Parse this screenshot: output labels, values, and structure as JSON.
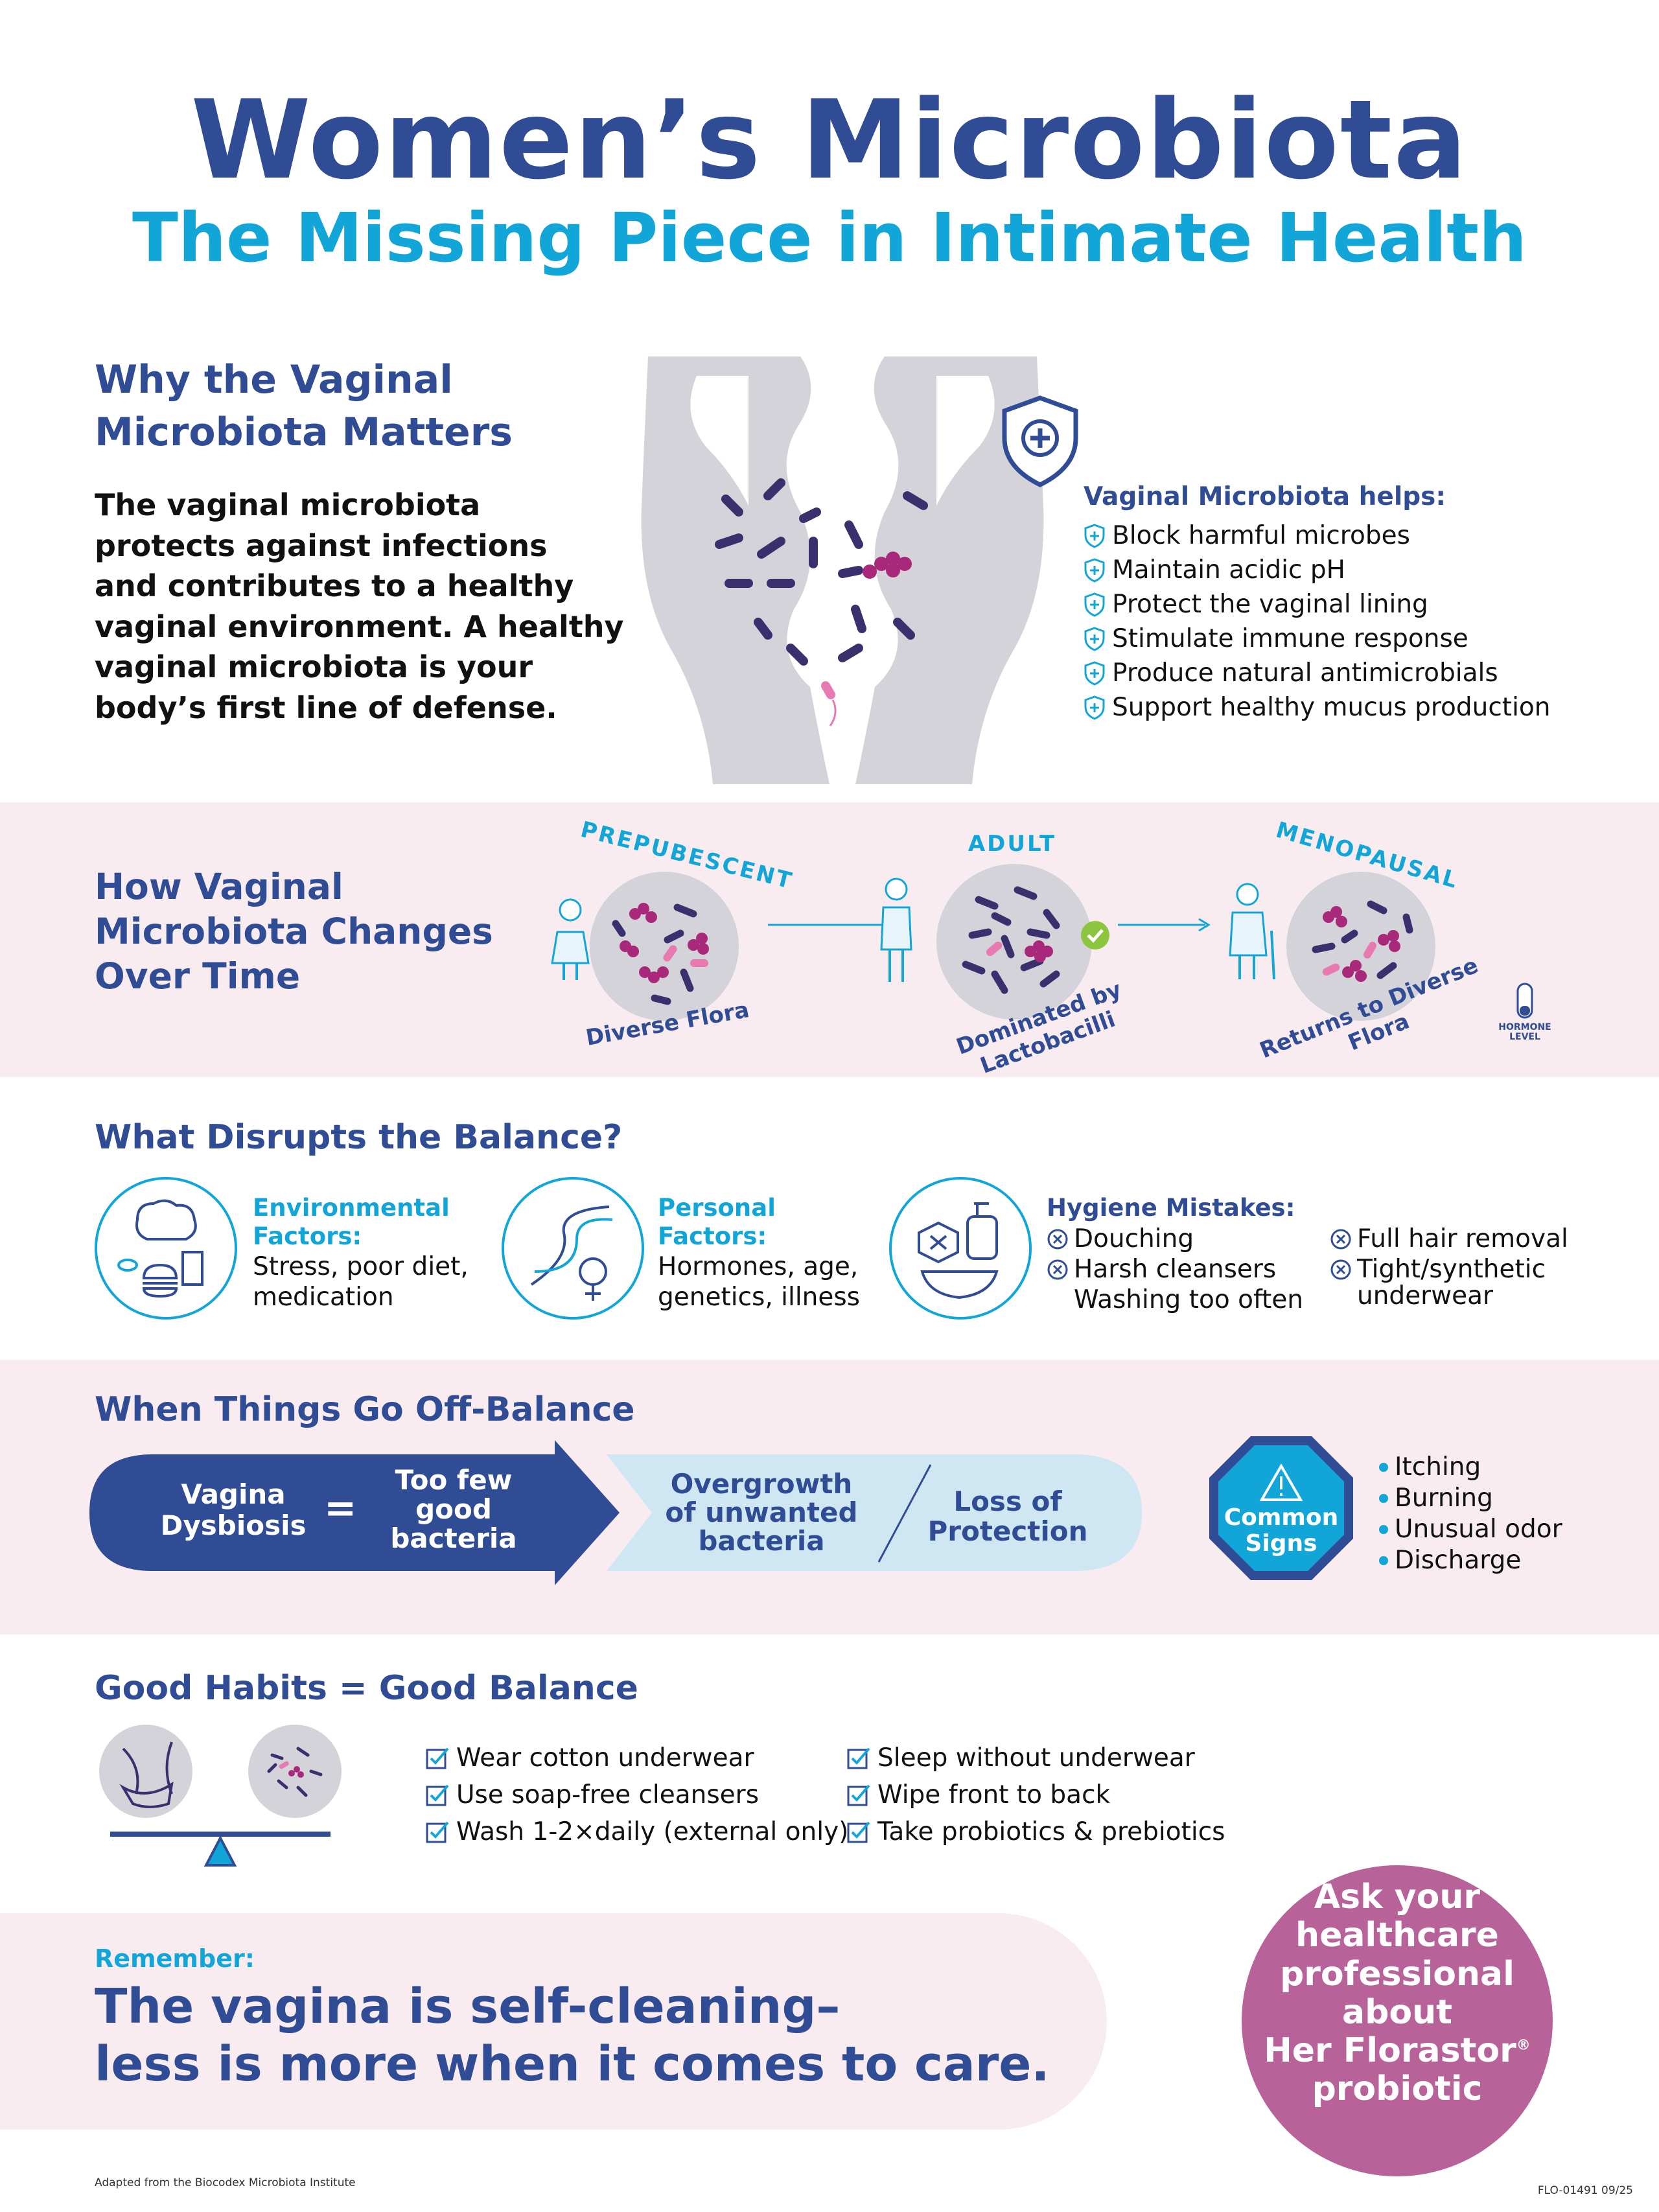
{
  "header": {
    "title": "Women’s Microbiota",
    "subtitle": "The Missing Piece in Intimate Health"
  },
  "why": {
    "heading_line1": "Why the Vaginal",
    "heading_line2": "Microbiota Matters",
    "body": [
      "The vaginal microbiota",
      "protects against infections",
      "and contributes to a healthy",
      "vaginal environment. A healthy",
      "vaginal microbiota is your",
      "body’s first line of defense."
    ],
    "helps_title": "Vaginal Microbiota helps:",
    "helps": [
      "Block harmful microbes",
      "Maintain acidic pH",
      "Protect the vaginal lining",
      "Stimulate immune response",
      "Produce natural antimicrobials",
      "Support healthy mucus production"
    ]
  },
  "changes": {
    "heading": [
      "How Vaginal",
      "Microbiota Changes",
      "Over Time"
    ],
    "stages": [
      {
        "label": "PREPUBESCENT",
        "caption": "Diverse Flora"
      },
      {
        "label": "ADULT",
        "caption": "Dominated by Lactobacilli"
      },
      {
        "label": "MENOPAUSAL",
        "caption": "Returns to Diverse Flora"
      }
    ],
    "hormone_label": [
      "HORMONE",
      "LEVEL"
    ]
  },
  "disrupts": {
    "heading": "What Disrupts the Balance?",
    "environmental": {
      "title": [
        "Environmental",
        "Factors:"
      ],
      "text": [
        "Stress, poor diet,",
        "medication"
      ]
    },
    "personal": {
      "title": [
        "Personal",
        "Factors:"
      ],
      "text": [
        "Hormones, age,",
        "genetics, illness"
      ]
    },
    "hygiene": {
      "title": "Hygiene Mistakes:",
      "col1": [
        "Douching",
        "Harsh cleansers"
      ],
      "col1_extra": "Washing too often",
      "col2": [
        "Full hair removal",
        "Tight/synthetic"
      ],
      "col2_extra": "underwear"
    }
  },
  "offbalance": {
    "heading": "When Things Go Off-Balance",
    "dysbiosis": [
      "Vagina",
      "Dysbiosis"
    ],
    "equals": "=",
    "too_few": [
      "Too few",
      "good",
      "bacteria"
    ],
    "overgrowth": [
      "Overgrowth",
      "of unwanted",
      "bacteria"
    ],
    "loss": [
      "Loss of",
      "Protection"
    ],
    "common_signs": [
      "Common",
      "Signs"
    ],
    "signs": [
      "Itching",
      "Burning",
      "Unusual odor",
      "Discharge"
    ]
  },
  "habits": {
    "heading": "Good Habits = Good Balance",
    "col1": [
      "Wear cotton underwear",
      "Use soap-free cleansers",
      "Wash 1-2×daily (external only)"
    ],
    "col2": [
      "Sleep without underwear",
      "Wipe front to back",
      "Take probiotics & prebiotics"
    ]
  },
  "remember": {
    "label": "Remember:",
    "line1": "The vagina is self-cleaning–",
    "line2": "less is more when it comes to care."
  },
  "ask": {
    "lines": [
      "Ask your",
      "healthcare",
      "professional",
      "about"
    ],
    "brand": "Her Florastor",
    "reg": "®",
    "last": "probiotic"
  },
  "footer": {
    "source": "Adapted from the Biocodex Microbiota Institute",
    "code": "FLO-01491 09/25"
  }
}
